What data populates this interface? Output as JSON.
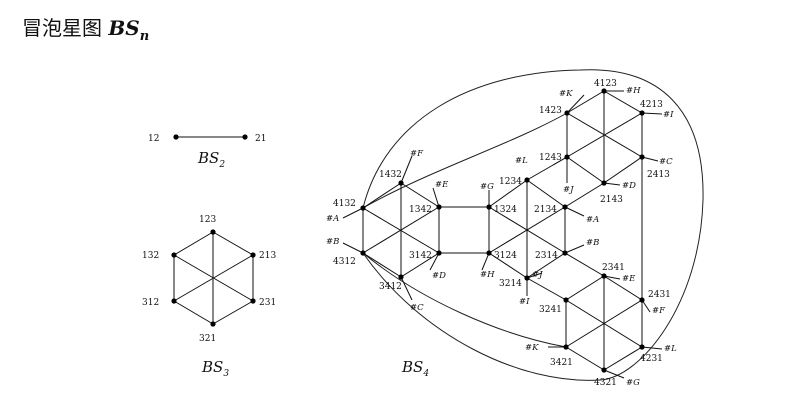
{
  "title": {
    "cjk": "冒泡星图",
    "math_base": "BS",
    "math_sub": "n"
  },
  "graphs": [
    {
      "id": "bs2",
      "name_base": "BS",
      "name_sub": "2",
      "vertices": [
        {
          "id": "12",
          "label": "12"
        },
        {
          "id": "21",
          "label": "21"
        }
      ],
      "edges": [
        [
          "12",
          "21"
        ]
      ]
    },
    {
      "id": "bs3",
      "name_base": "BS",
      "name_sub": "3",
      "vertices": [
        {
          "id": "123",
          "label": "123"
        },
        {
          "id": "213",
          "label": "213"
        },
        {
          "id": "231",
          "label": "231"
        },
        {
          "id": "321",
          "label": "321"
        },
        {
          "id": "312",
          "label": "312"
        },
        {
          "id": "132",
          "label": "132"
        }
      ],
      "edges": [
        [
          "123",
          "213"
        ],
        [
          "213",
          "231"
        ],
        [
          "231",
          "321"
        ],
        [
          "321",
          "312"
        ],
        [
          "312",
          "132"
        ],
        [
          "132",
          "123"
        ],
        [
          "123",
          "321"
        ],
        [
          "132",
          "231"
        ],
        [
          "213",
          "312"
        ]
      ]
    },
    {
      "id": "bs4",
      "name_base": "BS",
      "name_sub": "4",
      "vertices": [
        {
          "id": "4123",
          "label": "4123"
        },
        {
          "id": "1423",
          "label": "1423"
        },
        {
          "id": "4213",
          "label": "4213"
        },
        {
          "id": "1243",
          "label": "1243"
        },
        {
          "id": "2413",
          "label": "2413"
        },
        {
          "id": "2143",
          "label": "2143"
        },
        {
          "id": "1234",
          "label": "1234"
        },
        {
          "id": "1324",
          "label": "1324"
        },
        {
          "id": "2134",
          "label": "2134"
        },
        {
          "id": "3124",
          "label": "3124"
        },
        {
          "id": "2314",
          "label": "2314"
        },
        {
          "id": "3214",
          "label": "3214"
        },
        {
          "id": "2341",
          "label": "2341"
        },
        {
          "id": "3241",
          "label": "3241"
        },
        {
          "id": "2431",
          "label": "2431"
        },
        {
          "id": "3421",
          "label": "3421"
        },
        {
          "id": "4231",
          "label": "4231"
        },
        {
          "id": "4321",
          "label": "4321"
        },
        {
          "id": "1432",
          "label": "1432"
        },
        {
          "id": "4132",
          "label": "4132"
        },
        {
          "id": "1342",
          "label": "1342"
        },
        {
          "id": "3142",
          "label": "3142"
        },
        {
          "id": "4312",
          "label": "4312"
        },
        {
          "id": "3412",
          "label": "3412"
        }
      ],
      "edges": [
        [
          "4123",
          "1423"
        ],
        [
          "4123",
          "4213"
        ],
        [
          "1423",
          "1243"
        ],
        [
          "4213",
          "2413"
        ],
        [
          "1243",
          "2143"
        ],
        [
          "2413",
          "2143"
        ],
        [
          "4123",
          "2143"
        ],
        [
          "1423",
          "2413"
        ],
        [
          "4213",
          "1243"
        ],
        [
          "1234",
          "1324"
        ],
        [
          "1234",
          "2134"
        ],
        [
          "1324",
          "3124"
        ],
        [
          "2134",
          "2314"
        ],
        [
          "3124",
          "3214"
        ],
        [
          "2314",
          "3214"
        ],
        [
          "1234",
          "3214"
        ],
        [
          "1324",
          "2314"
        ],
        [
          "2134",
          "3124"
        ],
        [
          "2341",
          "3241"
        ],
        [
          "2341",
          "2431"
        ],
        [
          "3241",
          "3421"
        ],
        [
          "2431",
          "4231"
        ],
        [
          "3421",
          "4321"
        ],
        [
          "4231",
          "4321"
        ],
        [
          "2341",
          "4321"
        ],
        [
          "3241",
          "4231"
        ],
        [
          "2431",
          "3421"
        ],
        [
          "1432",
          "4132"
        ],
        [
          "1432",
          "1342"
        ],
        [
          "4132",
          "4312"
        ],
        [
          "1342",
          "3142"
        ],
        [
          "4312",
          "3412"
        ],
        [
          "3142",
          "3412"
        ],
        [
          "1432",
          "3412"
        ],
        [
          "4132",
          "3142"
        ],
        [
          "1342",
          "4312"
        ],
        [
          "1342",
          "1324"
        ],
        [
          "3142",
          "3124"
        ],
        [
          "1243",
          "1234"
        ],
        [
          "2143",
          "2134"
        ],
        [
          "2314",
          "2341"
        ],
        [
          "3214",
          "3241"
        ],
        [
          "4213",
          "4231"
        ]
      ],
      "cross_markers": [
        {
          "id": "K-top",
          "label": "#K"
        },
        {
          "id": "H-top",
          "label": "#H"
        },
        {
          "id": "I-top",
          "label": "#I"
        },
        {
          "id": "C-top",
          "label": "#C"
        },
        {
          "id": "D-top",
          "label": "#D"
        },
        {
          "id": "L-top",
          "label": "#L"
        },
        {
          "id": "J-top",
          "label": "#J"
        },
        {
          "id": "G-top",
          "label": "#G"
        },
        {
          "id": "A-mid",
          "label": "#A"
        },
        {
          "id": "B-mid",
          "label": "#B"
        },
        {
          "id": "F-left",
          "label": "#F"
        },
        {
          "id": "E-left",
          "label": "#E"
        },
        {
          "id": "A-left",
          "label": "#A"
        },
        {
          "id": "B-left",
          "label": "#B"
        },
        {
          "id": "D-left",
          "label": "#D"
        },
        {
          "id": "C-left",
          "label": "#C"
        },
        {
          "id": "H-mid",
          "label": "#H"
        },
        {
          "id": "J-mid",
          "label": "#J"
        },
        {
          "id": "I-mid",
          "label": "#I"
        },
        {
          "id": "E-right",
          "label": "#E"
        },
        {
          "id": "F-right",
          "label": "#F"
        },
        {
          "id": "K-bottom",
          "label": "#K"
        },
        {
          "id": "L-bottom",
          "label": "#L"
        },
        {
          "id": "G-bottom",
          "label": "#G"
        }
      ]
    }
  ]
}
